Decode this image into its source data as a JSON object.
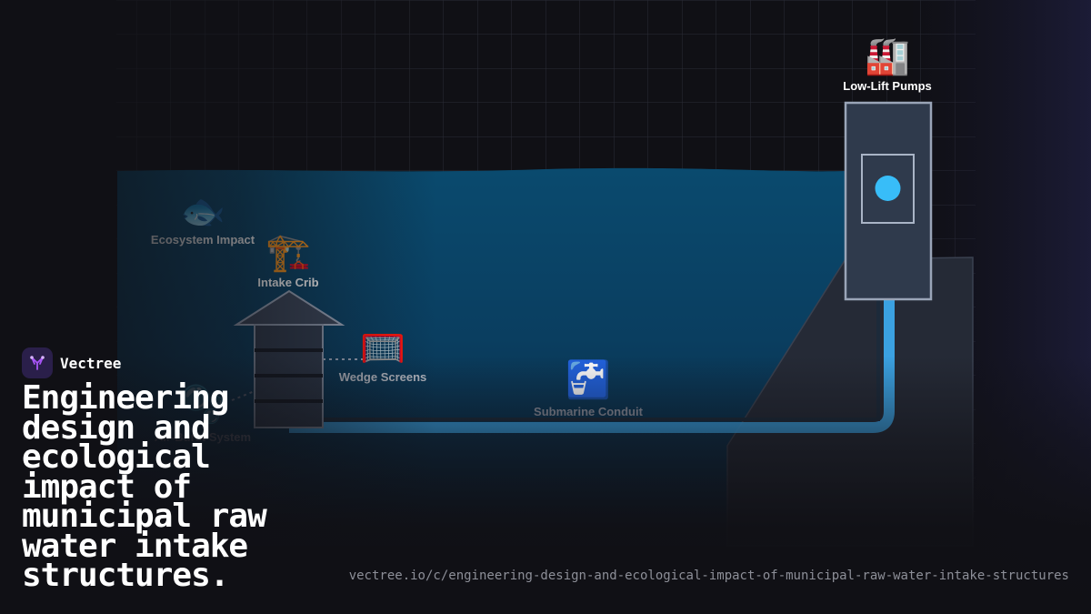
{
  "diagram": {
    "nodes": [
      {
        "id": "ecosystem-impact",
        "label": "Ecosystem Impact",
        "icon": "fish-icon",
        "glyph": "🐟"
      },
      {
        "id": "intake-crib",
        "label": "Intake Crib",
        "icon": "crane-icon",
        "glyph": "🏗️"
      },
      {
        "id": "wedge-screens",
        "label": "Wedge Screens",
        "icon": "net-icon",
        "glyph": "🥅"
      },
      {
        "id": "submarine-conduit",
        "label": "Submarine Conduit",
        "icon": "faucet-icon",
        "glyph": "🚰"
      },
      {
        "id": "low-lift-pumps",
        "label": "Low-Lift Pumps",
        "icon": "factory-icon",
        "glyph": "🏭"
      },
      {
        "id": "air-burst-system",
        "label": "Air-Burst System",
        "icon": "bubbles-icon",
        "glyph": "🫧"
      }
    ],
    "colors": {
      "water_top": "#0a4a6e",
      "water_bottom": "#0b2238",
      "pipe": "#2d86c4",
      "pipe_glow": "#3fb6ff",
      "structure": "#2f3a4c",
      "structure_stroke": "#8a95a8",
      "pump_indicator": "#38bdf8"
    }
  },
  "brand": {
    "name": "Vectree",
    "logo_icon": "vectree-tree-icon",
    "accent": "#a855f7"
  },
  "headline": "Engineering design and ecological impact of municipal raw water intake structures.",
  "url": "vectree.io/c/engineering-design-and-ecological-impact-of-municipal-raw-water-intake-structures"
}
